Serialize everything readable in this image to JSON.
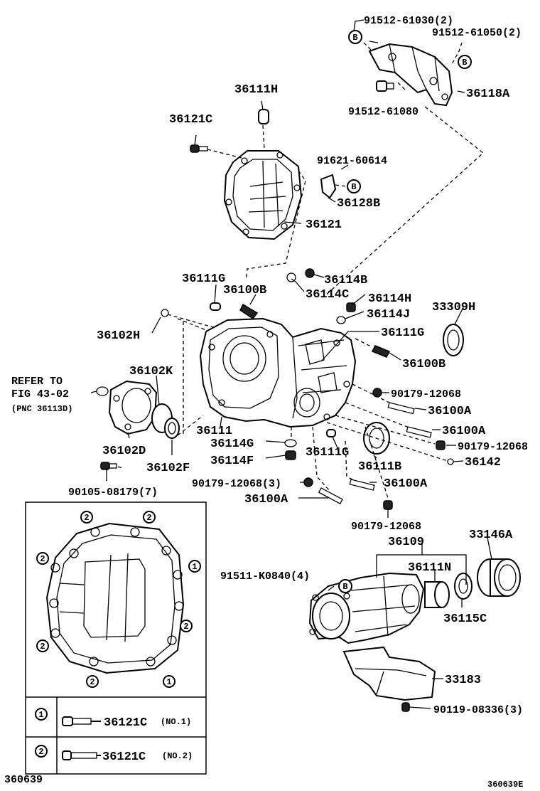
{
  "labels": {
    "p_91512_61030": "91512-61030(2)",
    "p_91512_61050": "91512-61050(2)",
    "p_36118A": "36118A",
    "p_91512_61080": "91512-61080",
    "p_36111H": "36111H",
    "p_36121C": "36121C",
    "p_91621_60614": "91621-60614",
    "p_36128B": "36128B",
    "p_36121": "36121",
    "p_36111G_a": "36111G",
    "p_36114B": "36114B",
    "p_36100B_a": "36100B",
    "p_36114C": "36114C",
    "p_36114H": "36114H",
    "p_36114J": "36114J",
    "p_33309H": "33309H",
    "p_36102H": "36102H",
    "p_36111G_b": "36111G",
    "p_36100B_b": "36100B",
    "p_36102K": "36102K",
    "refer_line1": "REFER TO",
    "refer_line2": "FIG 43-02",
    "refer_line3": "(PNC 36113D)",
    "p_90179_12068_a": "90179-12068",
    "p_36100A_a": "36100A",
    "p_36100A_b": "36100A",
    "p_90179_12068_b": "90179-12068",
    "p_36111": "36111",
    "p_36114G": "36114G",
    "p_36114F": "36114F",
    "p_36111G_c": "36111G",
    "p_36111B": "36111B",
    "p_36142": "36142",
    "p_36102D": "36102D",
    "p_36102F": "36102F",
    "p_90179_12068_3": "90179-12068(3)",
    "p_36100A_c": "36100A",
    "p_90105_08179": "90105-08179(7)",
    "p_36100A_d": "36100A",
    "p_90179_12068_c": "90179-12068",
    "p_36109": "36109",
    "p_33146A": "33146A",
    "p_91511_K0840": "91511-K0840(4)",
    "p_36111N": "36111N",
    "p_36115C": "36115C",
    "p_33183": "33183",
    "p_90119_08336": "90119-08336(3)",
    "ref_code_left": "360639",
    "ref_code_right": "360639E"
  },
  "markers": {
    "b": "B",
    "one": "1",
    "two": "2"
  },
  "legend": {
    "row1_part": "36121C",
    "row1_note": "(NO.1)",
    "row2_part": "36121C",
    "row2_note": "(NO.2)"
  }
}
